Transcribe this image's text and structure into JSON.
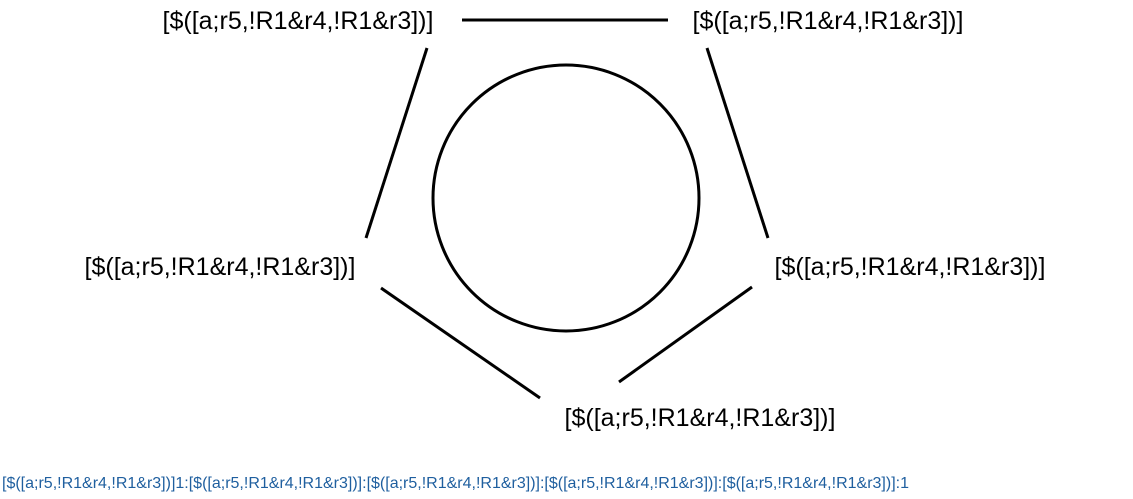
{
  "atoms": [
    {
      "id": "atom-top-left",
      "label": "[$([a;r5,!R1&r4,!R1&r3])]"
    },
    {
      "id": "atom-top-right",
      "label": "[$([a;r5,!R1&r4,!R1&r3])]"
    },
    {
      "id": "atom-right",
      "label": "[$([a;r5,!R1&r4,!R1&r3])]"
    },
    {
      "id": "atom-bottom",
      "label": "[$([a;r5,!R1&r4,!R1&r3])]"
    },
    {
      "id": "atom-left",
      "label": "[$([a;r5,!R1&r4,!R1&r3])]"
    }
  ],
  "smarts": "[$([a;r5,!R1&r4,!R1&r3])]1:[$([a;r5,!R1&r4,!R1&r3])]:[$([a;r5,!R1&r4,!R1&r3])]:[$([a;r5,!R1&r4,!R1&r3])]:[$([a;r5,!R1&r4,!R1&r3])]:1",
  "colors": {
    "structure": "#000000",
    "caption": "#1f5f9f"
  }
}
